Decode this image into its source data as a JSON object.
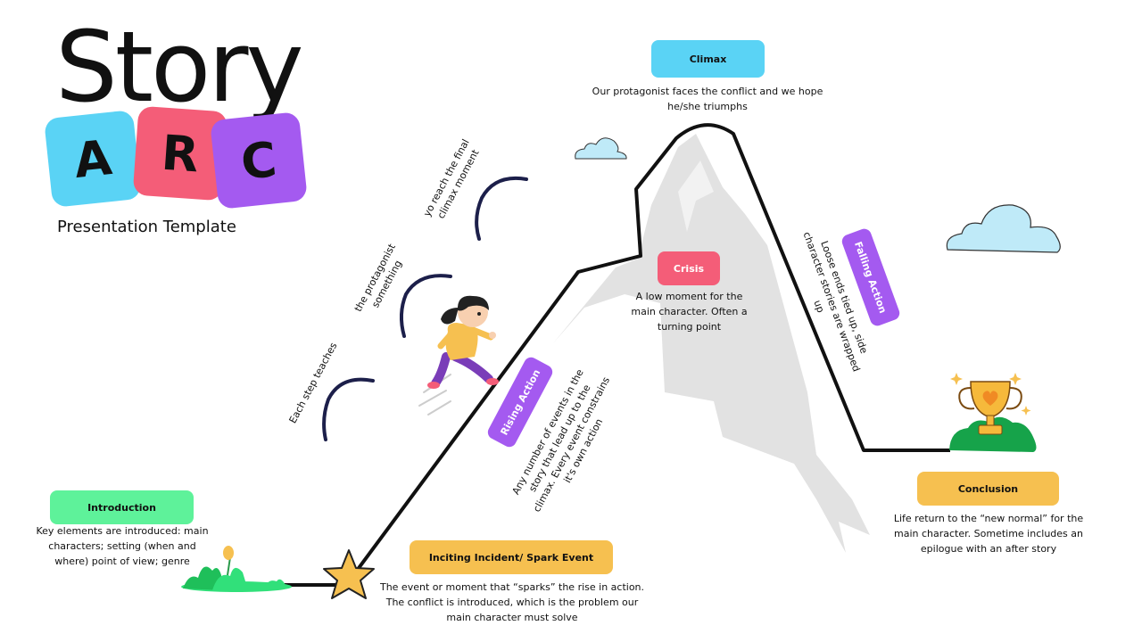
{
  "title": {
    "word": "Story",
    "letters": [
      "A",
      "R",
      "C"
    ],
    "subtitle": "Presentation Template"
  },
  "steps": {
    "climax": {
      "label": "Climax",
      "text": "Our protagonist faces the conflict and we hope he/she triumphs"
    },
    "crisis": {
      "label": "Crisis",
      "text": "A low moment for the main character. Often a turning point"
    },
    "falling_action": {
      "label": "Falling Action",
      "text": "Loose ends tied up, side character stories are wrapped up"
    },
    "rising_action": {
      "label": "Rising Action",
      "text": "Any number of events in the story that lead up to the climax. Every event constrains it's own action"
    },
    "introduction": {
      "label": "Introduction",
      "text": "Key elements are introduced: main characters; setting (when and where) point of view; genre"
    },
    "inciting_incident": {
      "label": "Inciting Incident/ Spark Event",
      "text": "The event or moment that “sparks” the rise in action. The conflict is introduced, which is the problem our main character must solve"
    },
    "conclusion": {
      "label": "Conclusion",
      "text": "Life return to the “new normal” for the main character. Sometime includes an epilogue with an after story"
    }
  },
  "arc_notes": {
    "note1": "Each step teaches",
    "note2": "the protagonist something",
    "note3": "yo reach the final climax moment"
  },
  "colors": {
    "blue": "#5ad3f5",
    "pink": "#f45d78",
    "purple": "#a45af0",
    "green": "#5ef29a",
    "yellow": "#f6c050",
    "mountain": "#e2e2e2",
    "navy": "#1c1f4a"
  }
}
